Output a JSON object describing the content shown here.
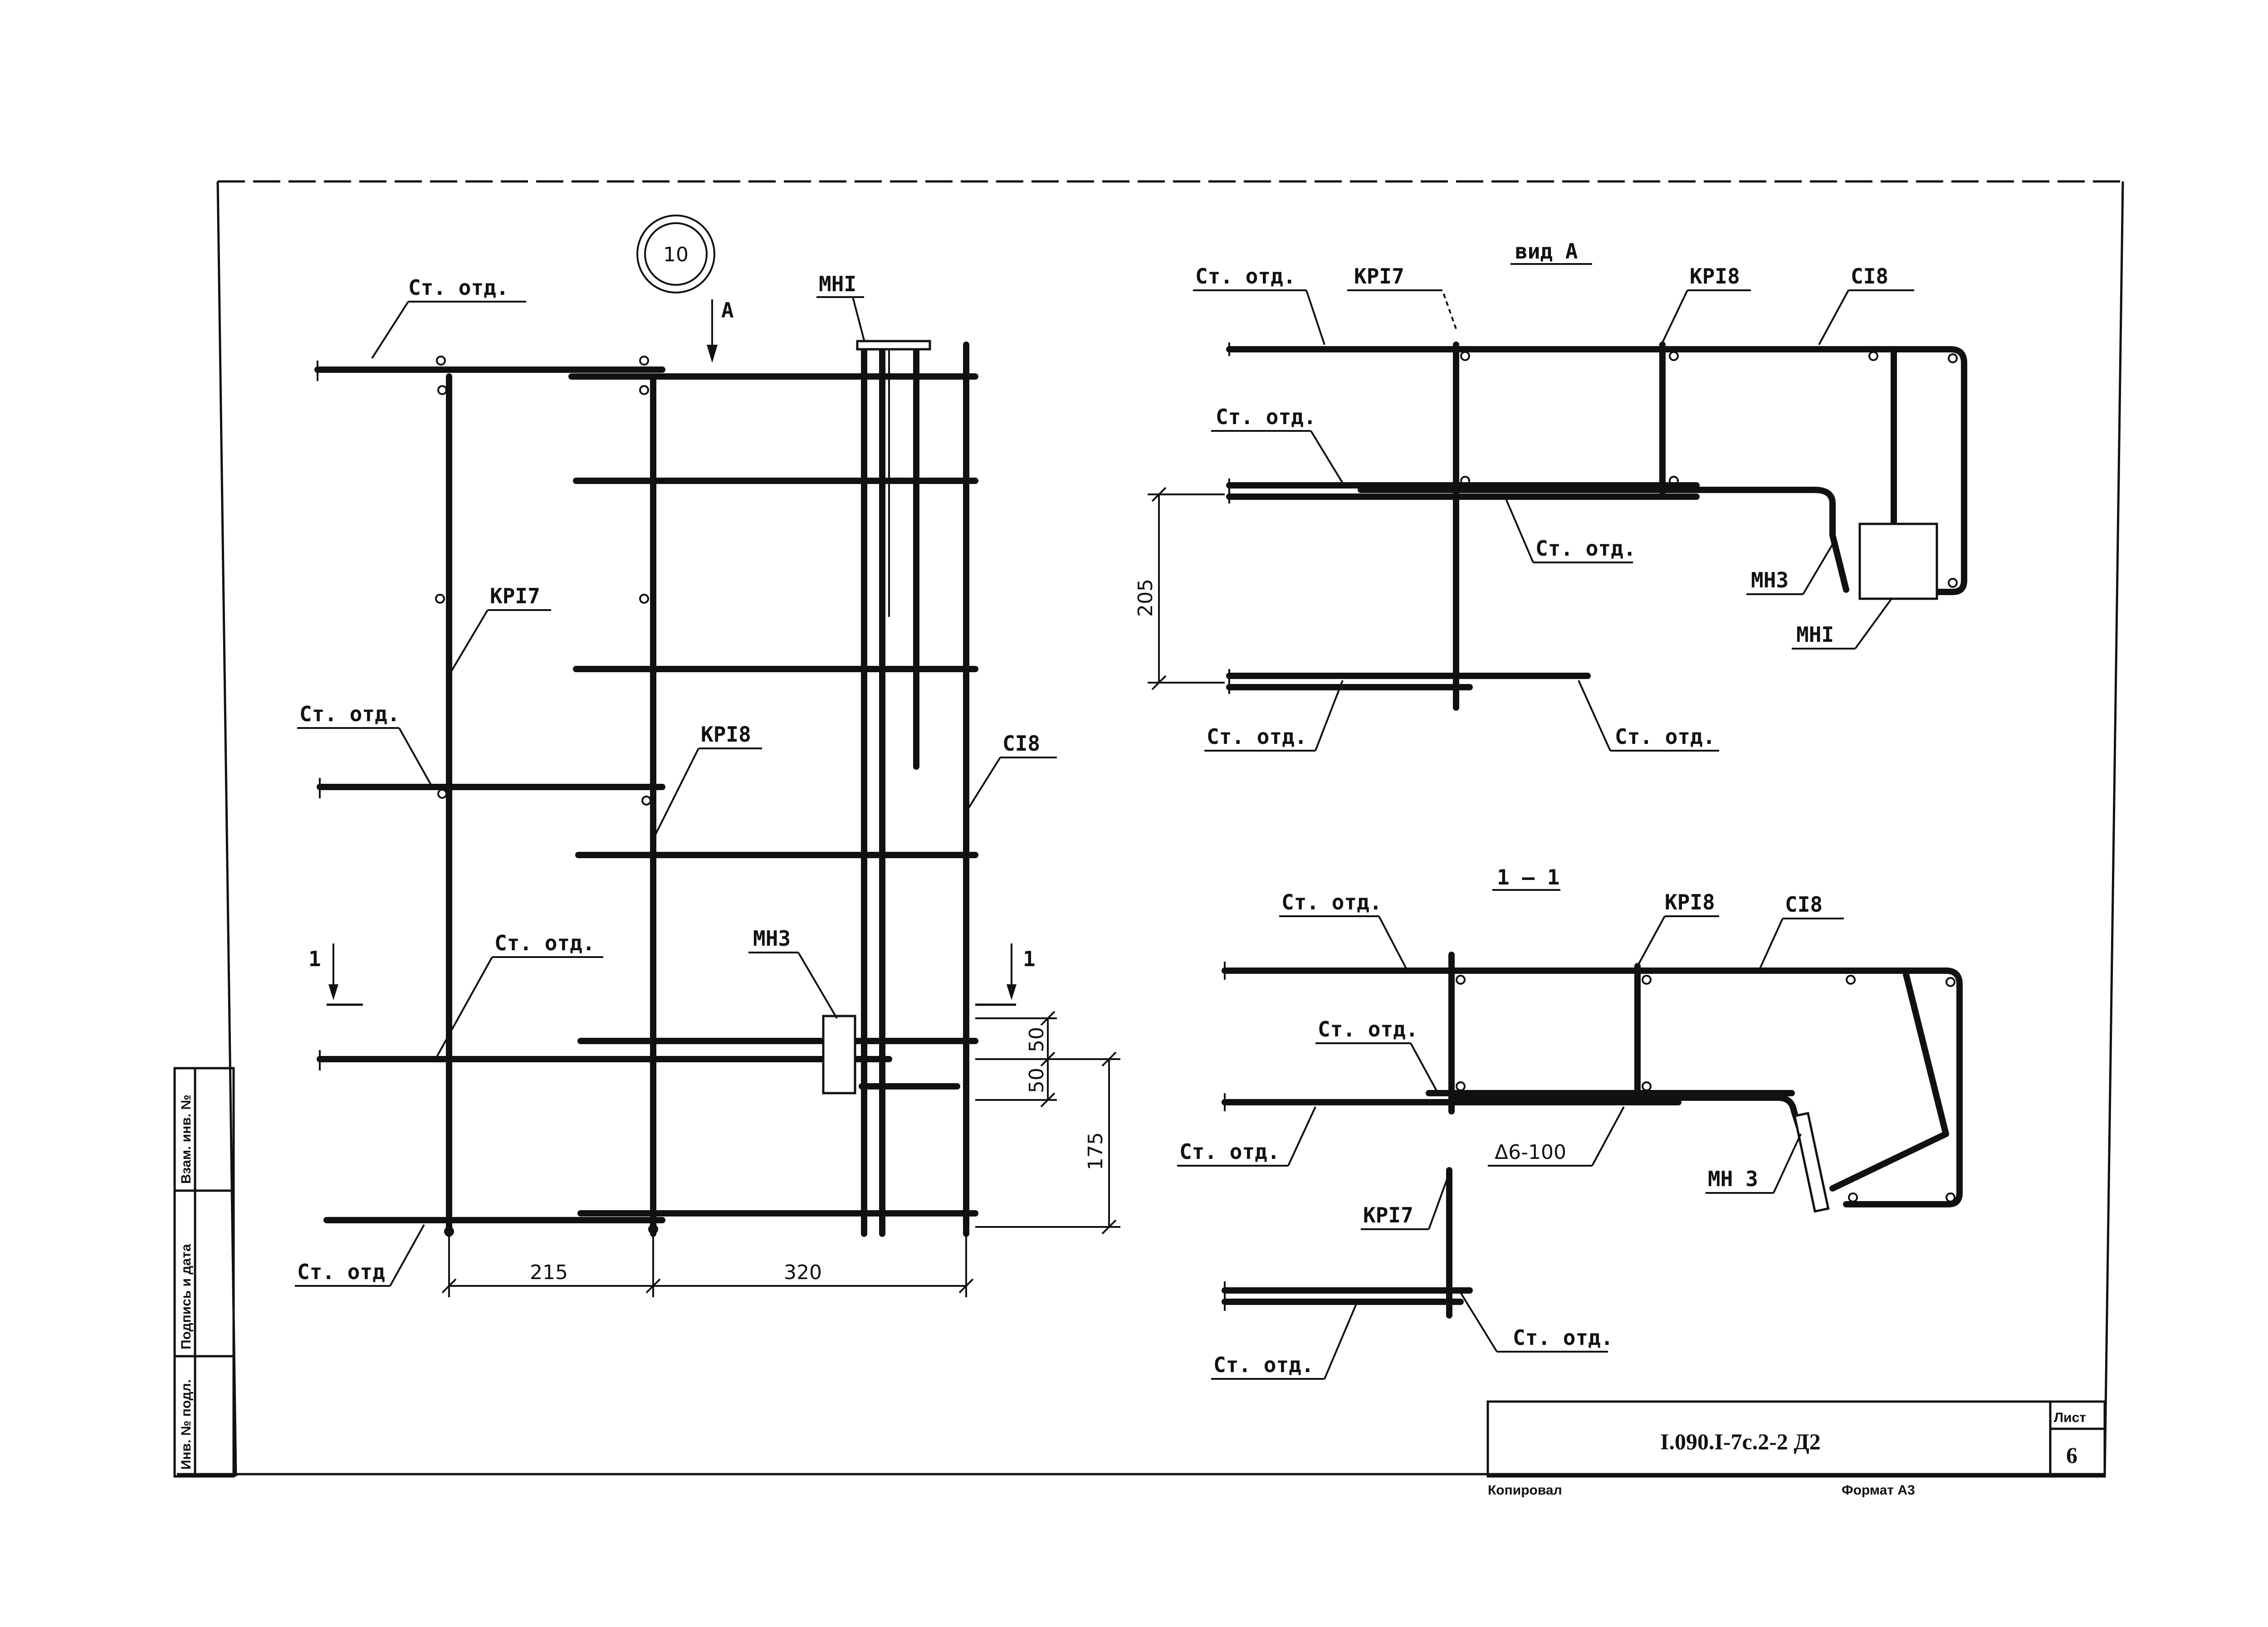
{
  "drawing": {
    "detail_number": "10",
    "view_arrow_label": "A",
    "section_marks": [
      "1",
      "1"
    ],
    "main_labels": {
      "st_otd": "Ст. отд.",
      "st_otd_short": "Ст. отд",
      "kp17": "КРI7",
      "kp18": "КРI8",
      "c18": "СI8",
      "mh1": "МНI",
      "mh3": "МН3"
    },
    "main_dims": {
      "d215": "215",
      "d320": "320",
      "d50a": "50",
      "d50b": "50",
      "d175": "175"
    },
    "view_a": {
      "title": "вид А",
      "kp17": "КРI7",
      "kp18": "КРI8",
      "c18": "СI8",
      "st_otd": "Ст. отд.",
      "mh3": "МН3",
      "mh1": "МНI",
      "dim205": "205"
    },
    "section_1_1": {
      "title": "1 — 1",
      "st_otd": "Ст. отд.",
      "kp18": "КРI8",
      "c18": "СI8",
      "kp17": "КРI7",
      "weld": "Δ6-100",
      "mh3": "МН 3"
    }
  },
  "title_block": {
    "code": "I.090.I-7с.2-2 Д2",
    "sheet_label": "Лист",
    "sheet_number": "6"
  },
  "side_stamp": {
    "inv_orig": "Инв. № подл.",
    "sign_date": "Подпись и дата",
    "inv_copy": "Взам. инв. №"
  },
  "footer": {
    "copied": "Копировал",
    "format": "Формат А3"
  }
}
